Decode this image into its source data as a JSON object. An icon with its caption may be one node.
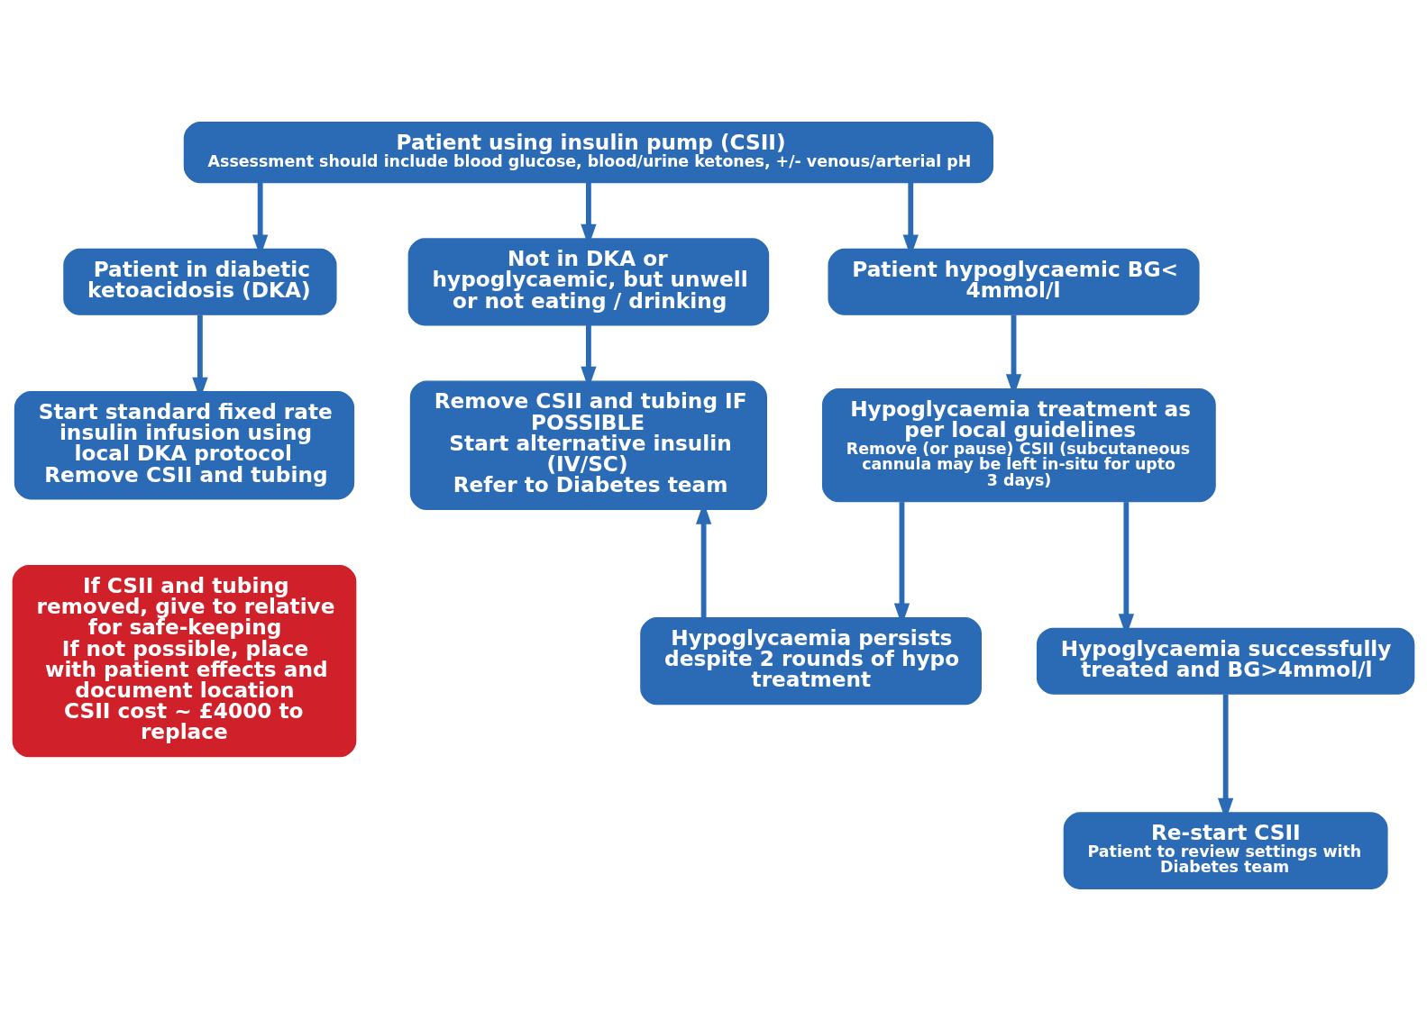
{
  "diagram": {
    "nodes": [
      {
        "text": [
          "Patient using insulin pump (CSII)",
          "Assessment should include blood glucose, blood/urine ketones, +/- venous/arterial pH"
        ]
      },
      {
        "text": [
          "Patient in diabetic ketoacidosis (DKA)"
        ]
      },
      {
        "text": [
          "Not in DKA or hypoglycaemic, but unwell or not eating / drinking"
        ]
      },
      {
        "text": [
          "Patient hypoglycaemic BG< 4mmol/l"
        ]
      },
      {
        "text": [
          "Start standard fixed rate insulin infusion using local DKA protocol",
          "Remove CSII and tubing"
        ]
      },
      {
        "text": [
          "Remove CSII and tubing IF POSSIBLE",
          "Start alternative insulin (IV/SC)",
          "Refer to Diabetes team"
        ]
      },
      {
        "text": [
          "Hypoglycaemia treatment as per local guidelines",
          "Remove (or pause) CSII (subcutaneous cannula may be left in-situ for upto 3 days)"
        ]
      },
      {
        "text": [
          "If CSII and tubing removed, give to relative for safe-keeping",
          "If not possible, place with patient effects and document location",
          "CSII cost ~ £4000 to replace"
        ]
      },
      {
        "text": [
          "Hypoglycaemia persists despite 2 rounds of hypo treatment"
        ]
      },
      {
        "text": [
          "Hypoglycaemia successfully treated and BG>4mmol/l"
        ]
      },
      {
        "text": [
          "Re-start CSII",
          "Patient to review settings with Diabetes team"
        ]
      }
    ],
    "edges": [
      {
        "from": 0,
        "to": 1,
        "arrow": "to"
      },
      {
        "from": 0,
        "to": 2,
        "arrow": "to"
      },
      {
        "from": 0,
        "to": 3,
        "arrow": "to"
      },
      {
        "from": 1,
        "to": 4,
        "arrow": "to"
      },
      {
        "from": 2,
        "to": 5,
        "arrow": "to"
      },
      {
        "from": 3,
        "to": 6,
        "arrow": "to"
      },
      {
        "from": 6,
        "to": 8,
        "arrow": "to"
      },
      {
        "from": 6,
        "to": 9,
        "arrow": "to"
      },
      {
        "from": 8,
        "to": 5,
        "arrow": "to"
      },
      {
        "from": 9,
        "to": 10,
        "arrow": "to"
      }
    ]
  }
}
